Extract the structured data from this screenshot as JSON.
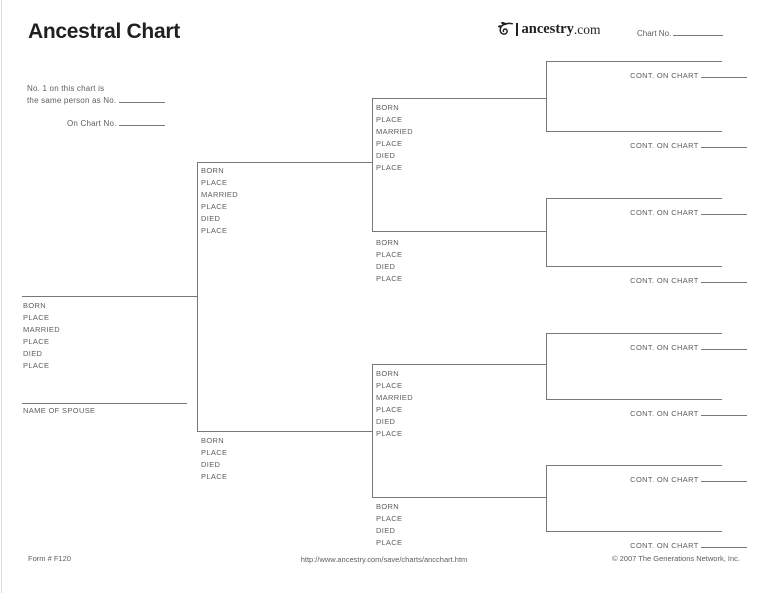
{
  "header": {
    "title": "Ancestral Chart",
    "logo": {
      "brand": "ancestry",
      "tld": ".com"
    },
    "chart_no_label": "Chart No."
  },
  "intro": {
    "line1": "No. 1 on this chart is",
    "line2": "the same person as No.",
    "line3": "On Chart No."
  },
  "persons": {
    "subject": {
      "fields": [
        "BORN",
        "PLACE",
        "MARRIED",
        "PLACE",
        "DIED",
        "PLACE"
      ]
    },
    "spouse": {
      "label": "NAME OF SPOUSE"
    },
    "father": {
      "fields": [
        "BORN",
        "PLACE",
        "MARRIED",
        "PLACE",
        "DIED",
        "PLACE"
      ]
    },
    "mother": {
      "fields": [
        "BORN",
        "PLACE",
        "DIED",
        "PLACE"
      ]
    },
    "paternal_grandfather": {
      "fields": [
        "BORN",
        "PLACE",
        "MARRIED",
        "PLACE",
        "DIED",
        "PLACE"
      ]
    },
    "paternal_grandmother": {
      "fields": [
        "BORN",
        "PLACE",
        "DIED",
        "PLACE"
      ]
    },
    "maternal_grandfather": {
      "fields": [
        "BORN",
        "PLACE",
        "MARRIED",
        "PLACE",
        "DIED",
        "PLACE"
      ]
    },
    "maternal_grandmother": {
      "fields": [
        "BORN",
        "PLACE",
        "DIED",
        "PLACE"
      ]
    }
  },
  "cont_label": "CONT. ON CHART",
  "footer": {
    "form_number": "Form # F120",
    "url": "http://www.ancestry.com/save/charts/ancchart.htm",
    "copyright": "© 2007 The Generations Network, Inc."
  },
  "colors": {
    "line": "#77787b",
    "label_text": "#5d5e61",
    "ink": "#231f20"
  }
}
